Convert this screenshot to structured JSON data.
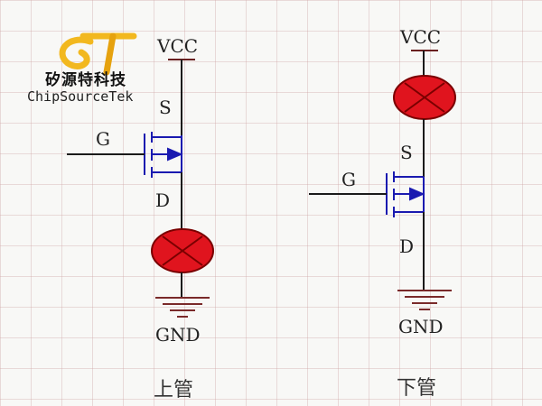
{
  "logo": {
    "mark_letters": "ST",
    "name_cn": "矽源特科技",
    "name_en": "ChipSourceTek",
    "mark_color": "#f2b81f"
  },
  "colors": {
    "wire": "#1a1a1a",
    "mosfet": "#1a1ab0",
    "lamp_fill": "#e0141e",
    "lamp_stroke": "#7a0000",
    "ground": "#7a2a2a",
    "power": "#6a2020"
  },
  "circuits": {
    "high_side": {
      "vcc": "VCC",
      "source": "S",
      "gate": "G",
      "drain": "D",
      "gnd": "GND",
      "caption": "上管"
    },
    "low_side": {
      "vcc": "VCC",
      "source": "S",
      "gate": "G",
      "drain": "D",
      "gnd": "GND",
      "caption": "下管"
    }
  }
}
